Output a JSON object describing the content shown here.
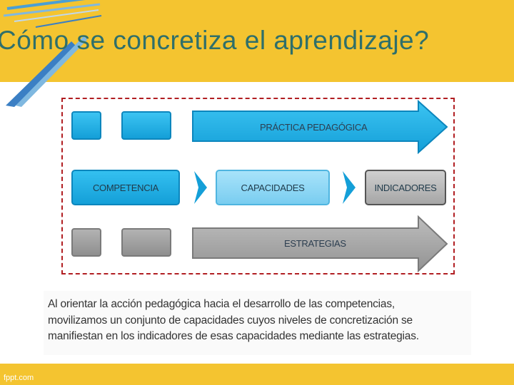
{
  "title": "Cómo se concretiza el aprendizaje?",
  "diagram": {
    "top_arrow_label": "PRÁCTICA PEDAGÓGICA",
    "middle_boxes": [
      "COMPETENCIA",
      "CAPACIDADES",
      "INDICADORES"
    ],
    "bottom_arrow_label": "ESTRATEGIAS"
  },
  "caption": {
    "lines": [
      "Al orientar la acción pedagógica hacia el desarrollo de las competencias,",
      "movilizamos un conjunto de capacidades cuyos niveles de concretización se",
      "manifiestan en los indicadores de esas capacidades mediante las estrategias."
    ]
  },
  "footer": {
    "text": "fppt.com"
  },
  "colors": {
    "header": "#f4c430",
    "title": "#2f6f6a",
    "blue": "#149fd8",
    "light_blue": "#79cdf0",
    "gray": "#a6a6a6",
    "dashed_border": "#b11e22"
  }
}
